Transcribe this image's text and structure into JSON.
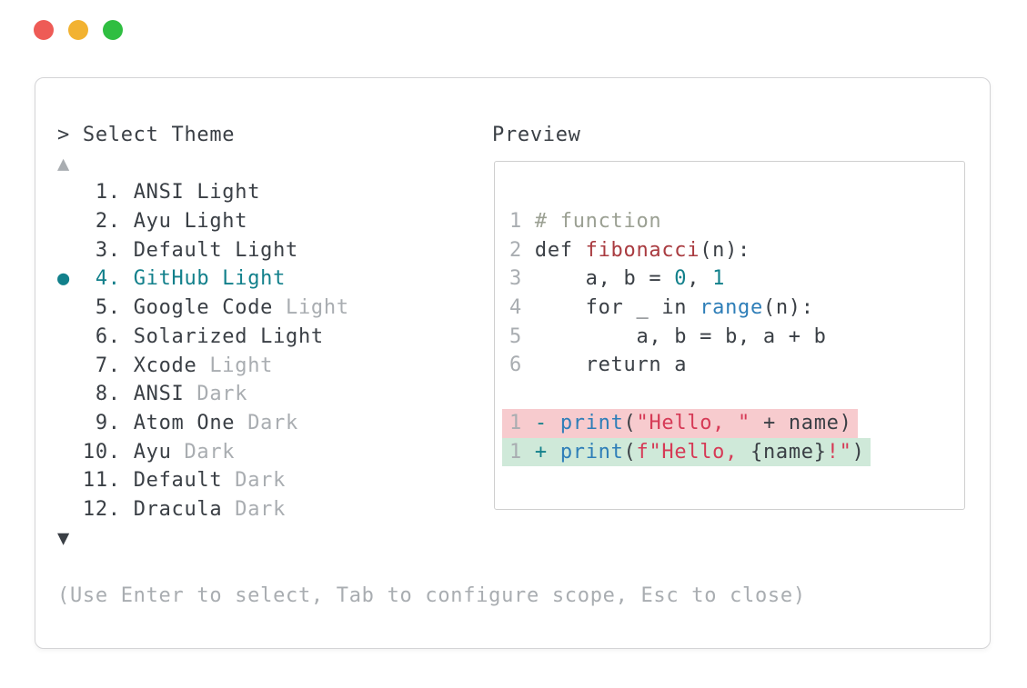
{
  "window": {
    "traffic_lights": [
      {
        "name": "close",
        "color": "#ee5b56"
      },
      {
        "name": "minimize",
        "color": "#f2b231"
      },
      {
        "name": "zoom",
        "color": "#2fbe41"
      }
    ]
  },
  "theme_picker": {
    "prompt": "> Select Theme",
    "scroll_up_indicator": "▲",
    "scroll_down_indicator": "▼",
    "selected_marker": "●",
    "items": [
      {
        "number": "1.",
        "name": "ANSI Light",
        "variant": "",
        "selected": false
      },
      {
        "number": "2.",
        "name": "Ayu Light",
        "variant": "",
        "selected": false
      },
      {
        "number": "3.",
        "name": "Default Light",
        "variant": "",
        "selected": false
      },
      {
        "number": "4.",
        "name": "GitHub Light",
        "variant": "",
        "selected": true
      },
      {
        "number": "5.",
        "name": "Google Code",
        "variant": "Light",
        "selected": false
      },
      {
        "number": "6.",
        "name": "Solarized Light",
        "variant": "",
        "selected": false
      },
      {
        "number": "7.",
        "name": "Xcode",
        "variant": "Light",
        "selected": false
      },
      {
        "number": "8.",
        "name": "ANSI",
        "variant": "Dark",
        "selected": false
      },
      {
        "number": "9.",
        "name": "Atom One",
        "variant": "Dark",
        "selected": false
      },
      {
        "number": "10.",
        "name": "Ayu",
        "variant": "Dark",
        "selected": false
      },
      {
        "number": "11.",
        "name": "Default",
        "variant": "Dark",
        "selected": false
      },
      {
        "number": "12.",
        "name": "Dracula",
        "variant": "Dark",
        "selected": false
      }
    ],
    "help_text": "(Use Enter to select, Tab to configure scope, Esc to close)"
  },
  "preview": {
    "label": "Preview",
    "code_lines": [
      {
        "num": "1",
        "tokens": [
          {
            "t": "# function",
            "c": "comment"
          }
        ]
      },
      {
        "num": "2",
        "tokens": [
          {
            "t": "def ",
            "c": "text"
          },
          {
            "t": "fibonacci",
            "c": "red"
          },
          {
            "t": "(n):",
            "c": "text"
          }
        ]
      },
      {
        "num": "3",
        "tokens": [
          {
            "t": "    a, b = ",
            "c": "text"
          },
          {
            "t": "0",
            "c": "teal"
          },
          {
            "t": ", ",
            "c": "text"
          },
          {
            "t": "1",
            "c": "teal"
          }
        ]
      },
      {
        "num": "4",
        "tokens": [
          {
            "t": "    for _ in ",
            "c": "text"
          },
          {
            "t": "range",
            "c": "blue"
          },
          {
            "t": "(n):",
            "c": "text"
          }
        ]
      },
      {
        "num": "5",
        "tokens": [
          {
            "t": "        a, b = b, a + b",
            "c": "text"
          }
        ]
      },
      {
        "num": "6",
        "tokens": [
          {
            "t": "    return a",
            "c": "text"
          }
        ]
      }
    ],
    "diff_lines": [
      {
        "type": "removed",
        "tokens": [
          {
            "t": "1",
            "c": "muted"
          },
          {
            "t": " ",
            "c": "text"
          },
          {
            "t": "-",
            "c": "teal"
          },
          {
            "t": " ",
            "c": "text"
          },
          {
            "t": "print",
            "c": "blue"
          },
          {
            "t": "(",
            "c": "text"
          },
          {
            "t": "\"Hello, \"",
            "c": "crimson"
          },
          {
            "t": " + name)",
            "c": "text"
          }
        ]
      },
      {
        "type": "added",
        "tokens": [
          {
            "t": "1",
            "c": "muted"
          },
          {
            "t": " ",
            "c": "text"
          },
          {
            "t": "+",
            "c": "teal"
          },
          {
            "t": " ",
            "c": "text"
          },
          {
            "t": "print",
            "c": "blue"
          },
          {
            "t": "(",
            "c": "text"
          },
          {
            "t": "f\"Hello, ",
            "c": "crimson"
          },
          {
            "t": "{name}",
            "c": "text"
          },
          {
            "t": "!\"",
            "c": "crimson"
          },
          {
            "t": ")",
            "c": "text"
          }
        ]
      }
    ]
  },
  "colors": {
    "text": "#3a3f45",
    "muted": "#a9adb1",
    "teal": "#12808b",
    "red": "#a93b40",
    "crimson": "#d63a56",
    "blue": "#2e7eb8",
    "comment": "#9ba093",
    "removed_bg": "#f7cbce",
    "added_bg": "#cfe9d9",
    "panel_border": "#d4d4d6",
    "preview_border": "#cfcfcf"
  }
}
